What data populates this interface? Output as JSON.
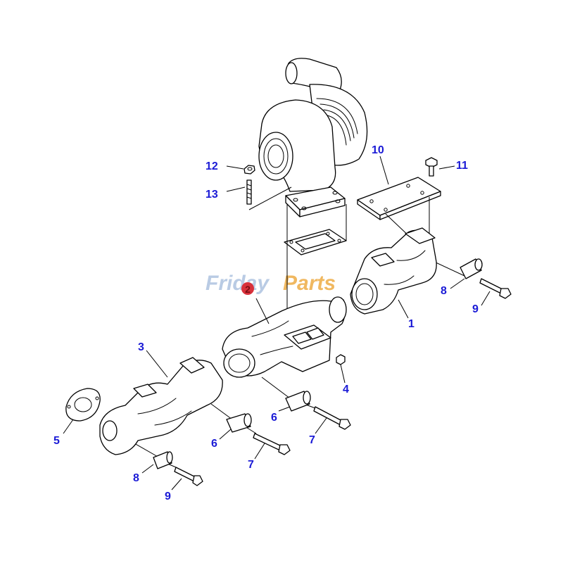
{
  "watermark": {
    "brand_first": "Friday",
    "brand_second": "Parts",
    "color_blue": "#b9cbe4",
    "color_orange": "#f0b860"
  },
  "callout_color": "#1a1ad6",
  "highlight_marker": {
    "label": "2",
    "color": "#d8313b"
  },
  "callouts": [
    {
      "id": "c12",
      "label": "12"
    },
    {
      "id": "c13",
      "label": "13"
    },
    {
      "id": "c10",
      "label": "10"
    },
    {
      "id": "c11",
      "label": "11"
    },
    {
      "id": "c8a",
      "label": "8"
    },
    {
      "id": "c9a",
      "label": "9"
    },
    {
      "id": "c1",
      "label": "1"
    },
    {
      "id": "c3",
      "label": "3"
    },
    {
      "id": "c4",
      "label": "4"
    },
    {
      "id": "c5",
      "label": "5"
    },
    {
      "id": "c6a",
      "label": "6"
    },
    {
      "id": "c7a",
      "label": "7"
    },
    {
      "id": "c6b",
      "label": "6"
    },
    {
      "id": "c7b",
      "label": "7"
    },
    {
      "id": "c8b",
      "label": "8"
    },
    {
      "id": "c9b",
      "label": "9"
    }
  ]
}
